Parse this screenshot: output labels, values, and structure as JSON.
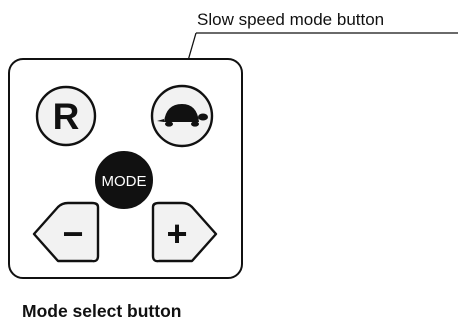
{
  "callout": {
    "label": "Slow speed mode button"
  },
  "caption": {
    "label": "Mode select button"
  },
  "buttons": {
    "reset_label": "R",
    "mode_label": "MODE",
    "minus_label": "−",
    "plus_label": "+",
    "slow_icon": "turtle-icon"
  },
  "colors": {
    "line": "#111111",
    "panel_fill": "#ffffff",
    "button_fill": "#f2f2f2",
    "mode_fill": "#111111",
    "mode_text": "#ffffff"
  }
}
